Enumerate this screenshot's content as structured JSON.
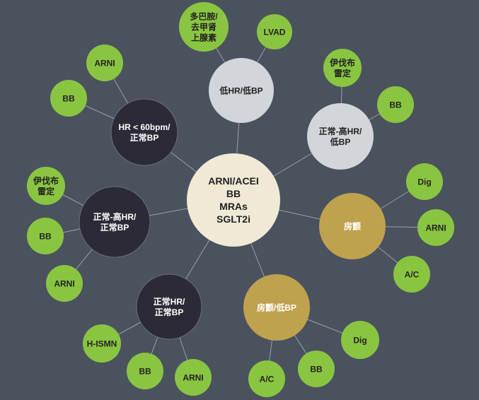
{
  "center": {
    "lines": [
      "ARNI/ACEI",
      "BB",
      "MRAs",
      "SGLT2i"
    ]
  },
  "groups": [
    {
      "id": "low-hr-low-bp",
      "lines": [
        "低HR/低BP"
      ],
      "style": "light",
      "leaves": [
        {
          "lines": [
            "多巴胺/",
            "去甲肾",
            "上腺素"
          ]
        },
        {
          "lines": [
            "LVAD"
          ]
        }
      ]
    },
    {
      "id": "normal-high-hr-low-bp",
      "lines": [
        "正常-高HR/",
        "低BP"
      ],
      "style": "light",
      "leaves": [
        {
          "lines": [
            "伊伐布",
            "雷定"
          ]
        },
        {
          "lines": [
            "BB"
          ]
        }
      ]
    },
    {
      "id": "af",
      "lines": [
        "房颤"
      ],
      "style": "gold",
      "leaves": [
        {
          "lines": [
            "Dig"
          ]
        },
        {
          "lines": [
            "ARNI"
          ]
        },
        {
          "lines": [
            "A/C"
          ]
        }
      ]
    },
    {
      "id": "af-low-bp",
      "lines": [
        "房颤/低BP"
      ],
      "style": "gold",
      "leaves": [
        {
          "lines": [
            "Dig"
          ]
        },
        {
          "lines": [
            "BB"
          ]
        },
        {
          "lines": [
            "A/C"
          ]
        }
      ]
    },
    {
      "id": "normal-hr-normal-bp",
      "lines": [
        "正常HR/",
        "正常BP"
      ],
      "style": "dark",
      "leaves": [
        {
          "lines": [
            "H-ISMN"
          ]
        },
        {
          "lines": [
            "BB"
          ]
        },
        {
          "lines": [
            "ARNI"
          ]
        }
      ]
    },
    {
      "id": "normal-high-hr-normal-bp",
      "lines": [
        "正常-高HR/",
        "正常BP"
      ],
      "style": "dark",
      "leaves": [
        {
          "lines": [
            "伊伐布",
            "雷定"
          ]
        },
        {
          "lines": [
            "BB"
          ]
        },
        {
          "lines": [
            "ARNI"
          ]
        }
      ]
    },
    {
      "id": "hr-lt-60-normal-bp",
      "lines": [
        "HR < 60bpm/",
        "正常BP"
      ],
      "style": "dark",
      "leaves": [
        {
          "lines": [
            "ARNI"
          ]
        },
        {
          "lines": [
            "BB"
          ]
        }
      ]
    }
  ],
  "colors": {
    "background": "#4a525e",
    "line": "#9aa0a8",
    "center_fill": "#efe9d6",
    "center_text": "#222222",
    "light_fill": "#d2d5da",
    "light_text": "#222222",
    "dark_fill": "#2b2a36",
    "dark_text": "#ffffff",
    "gold_fill": "#bfa24e",
    "gold_text": "#ffffff",
    "leaf_fill": "#8ac542",
    "leaf_text": "#222222"
  }
}
